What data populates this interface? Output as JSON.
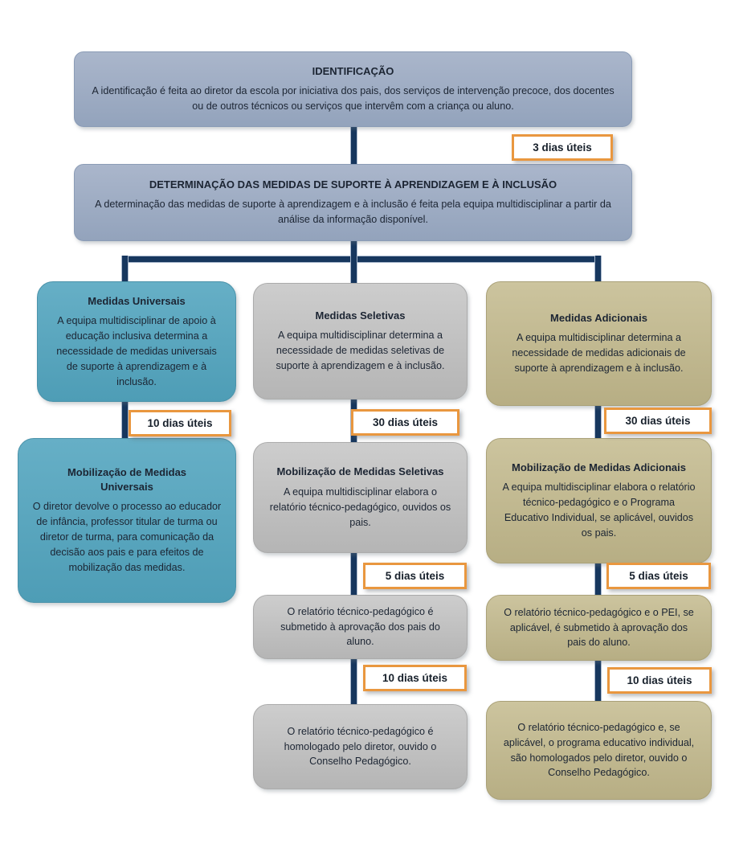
{
  "colors": {
    "header_fill": "#9dabc2",
    "universal_fill": "#57a5be",
    "selective_fill": "#c1c1c1",
    "additional_fill": "#c2b98f",
    "connector": "#17375e",
    "badge_border": "#e9973f"
  },
  "flow": {
    "identification": {
      "title": "IDENTIFICAÇÃO",
      "body": "A identificação é feita ao diretor da escola por iniciativa dos pais, dos serviços de intervenção precoce, dos docentes ou de outros técnicos ou serviços que intervêm com a criança ou aluno."
    },
    "identification_deadline": "3 dias úteis",
    "determination": {
      "title": "DETERMINAÇÃO DAS MEDIDAS DE SUPORTE À APRENDIZAGEM E À INCLUSÃO",
      "body": "A determinação das medidas de suporte à aprendizagem e à inclusão é feita pela equipa multidisciplinar a partir da análise da informação disponível."
    }
  },
  "universal": {
    "measures_title": "Medidas Universais",
    "measures_body": "A equipa multidisciplinar de apoio à educação inclusiva determina a necessidade de medidas universais de suporte à aprendizagem e à inclusão.",
    "deadline_mobilization": "10 dias úteis",
    "mobilization_title": "Mobilização de Medidas Universais",
    "mobilization_body": "O diretor devolve o processo ao educador de infância, professor titular de turma ou diretor de turma, para comunicação da decisão aos pais e para efeitos de mobilização das medidas."
  },
  "selective": {
    "measures_title": "Medidas Seletivas",
    "measures_body": "A equipa multidisciplinar determina a necessidade de medidas seletivas de suporte à aprendizagem e à inclusão.",
    "deadline_mobilization": "30 dias úteis",
    "mobilization_title": "Mobilização de Medidas Seletivas",
    "mobilization_body": "A equipa multidisciplinar elabora o relatório técnico-pedagógico, ouvidos os pais.",
    "deadline_approval": "5 dias úteis",
    "approval_body": "O relatório técnico-pedagógico é submetido à aprovação dos pais do aluno.",
    "deadline_homologation": "10 dias úteis",
    "homologation_body": "O relatório técnico-pedagógico é homologado pelo diretor, ouvido o Conselho Pedagógico."
  },
  "additional": {
    "measures_title": "Medidas Adicionais",
    "measures_body": "A equipa multidisciplinar determina a necessidade de medidas adicionais de suporte à aprendizagem e à inclusão.",
    "deadline_mobilization": "30 dias úteis",
    "mobilization_title": "Mobilização de Medidas Adicionais",
    "mobilization_body": "A equipa multidisciplinar elabora o relatório técnico-pedagógico e o Programa Educativo Individual, se aplicável, ouvidos os pais.",
    "deadline_approval": "5 dias úteis",
    "approval_body": "O relatório técnico-pedagógico e o PEI, se aplicável, é submetido à aprovação dos pais do aluno.",
    "deadline_homologation": "10 dias úteis",
    "homologation_body": "O relatório técnico-pedagógico e, se aplicável, o programa educativo individual, são homologados pelo diretor, ouvido o Conselho Pedagógico."
  }
}
